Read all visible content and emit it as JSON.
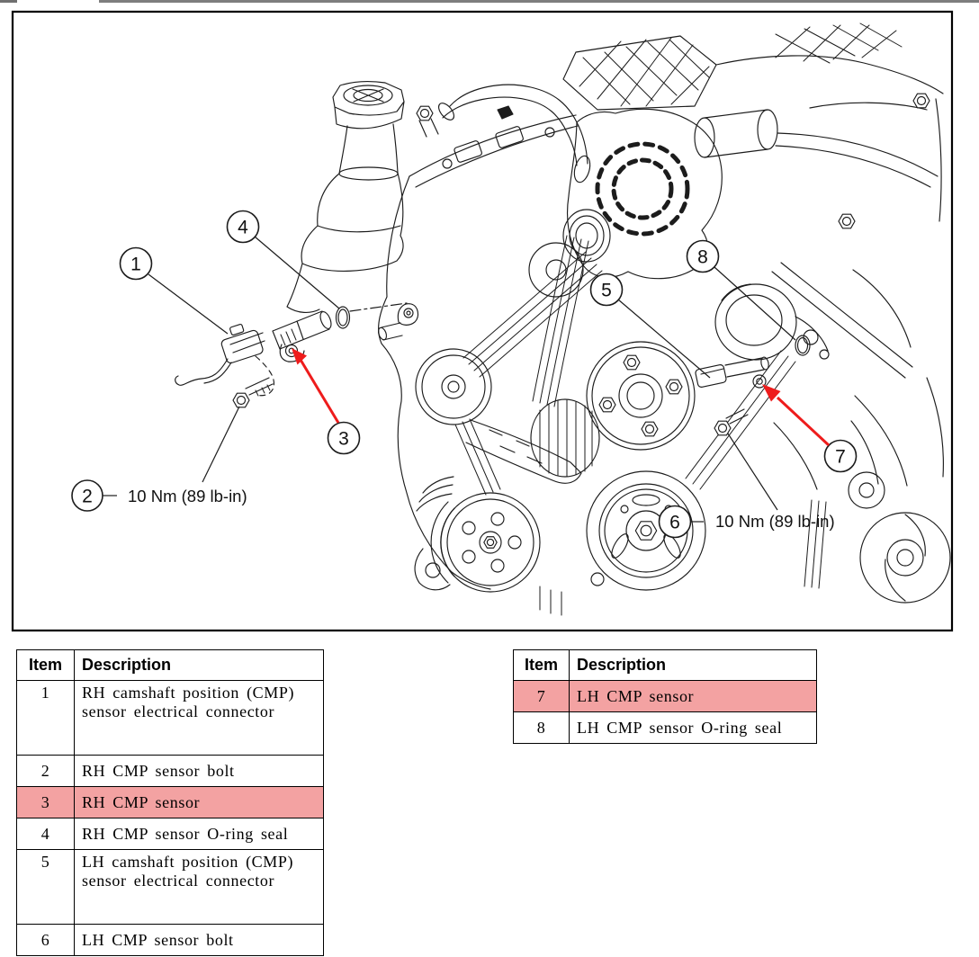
{
  "diagram": {
    "callouts": [
      {
        "label": "1"
      },
      {
        "label": "2"
      },
      {
        "label": "3"
      },
      {
        "label": "4"
      },
      {
        "label": "5"
      },
      {
        "label": "6"
      },
      {
        "label": "7"
      },
      {
        "label": "8"
      }
    ],
    "torque_notes": [
      "10 Nm (89 lb-in)",
      "10 Nm (89 lb-in)"
    ],
    "arrow_color": "#ee1c1c",
    "line_color": "#1c1c1c"
  },
  "tables": {
    "highlight_color": "#f3a2a2",
    "left": {
      "headers": [
        "Item",
        "Description"
      ],
      "rows": [
        {
          "item": "1",
          "desc_lines": [
            "RH camshaft position (CMP)",
            "sensor electrical connector"
          ],
          "highlight": false,
          "tall": true
        },
        {
          "item": "2",
          "desc_lines": [
            "RH CMP sensor bolt"
          ],
          "highlight": false,
          "tall": false
        },
        {
          "item": "3",
          "desc_lines": [
            "RH CMP sensor"
          ],
          "highlight": true,
          "tall": false
        },
        {
          "item": "4",
          "desc_lines": [
            "RH CMP sensor O-ring seal"
          ],
          "highlight": false,
          "tall": false
        },
        {
          "item": "5",
          "desc_lines": [
            "LH camshaft position (CMP)",
            "sensor electrical connector"
          ],
          "highlight": false,
          "tall": true
        },
        {
          "item": "6",
          "desc_lines": [
            "LH CMP sensor bolt"
          ],
          "highlight": false,
          "tall": false
        }
      ]
    },
    "right": {
      "headers": [
        "Item",
        "Description"
      ],
      "rows": [
        {
          "item": "7",
          "desc_lines": [
            "LH CMP sensor"
          ],
          "highlight": true,
          "tall": false
        },
        {
          "item": "8",
          "desc_lines": [
            "LH CMP sensor O-ring seal"
          ],
          "highlight": false,
          "tall": false
        }
      ]
    }
  }
}
